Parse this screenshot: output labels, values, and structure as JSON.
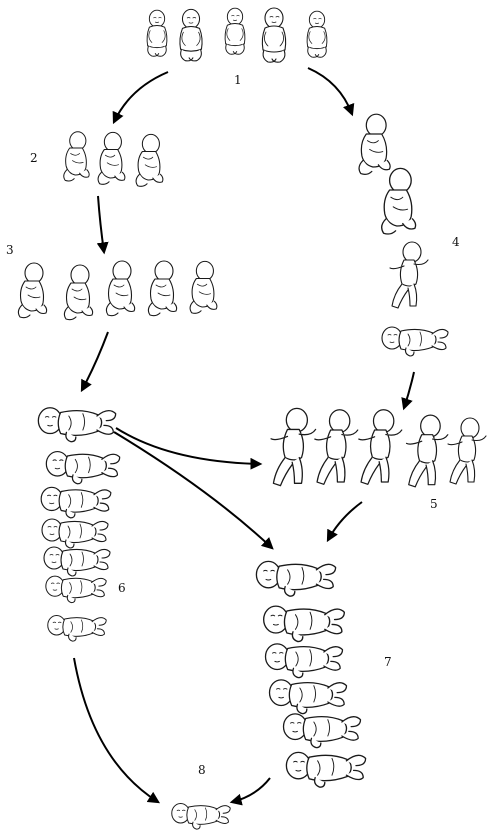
{
  "diagram": {
    "stages": [
      {
        "id": "1",
        "label": "1",
        "figure_count": 5
      },
      {
        "id": "2",
        "label": "2",
        "figure_count": 3
      },
      {
        "id": "3",
        "label": "3",
        "figure_count": 5
      },
      {
        "id": "4",
        "label": "4",
        "figure_count": 4
      },
      {
        "id": "5",
        "label": "5",
        "figure_count": 5
      },
      {
        "id": "6",
        "label": "6",
        "figure_count": 7
      },
      {
        "id": "7",
        "label": "7",
        "figure_count": 6
      },
      {
        "id": "8",
        "label": "8",
        "figure_count": 1
      }
    ],
    "connections": [
      {
        "from": "1",
        "to": "2"
      },
      {
        "from": "1",
        "to": "4"
      },
      {
        "from": "2",
        "to": "3"
      },
      {
        "from": "3",
        "to": "6"
      },
      {
        "from": "4",
        "to": "5"
      },
      {
        "from": "6",
        "to": "5"
      },
      {
        "from": "6",
        "to": "7"
      },
      {
        "from": "5",
        "to": "7"
      },
      {
        "from": "6",
        "to": "8"
      },
      {
        "from": "7",
        "to": "8"
      }
    ]
  }
}
